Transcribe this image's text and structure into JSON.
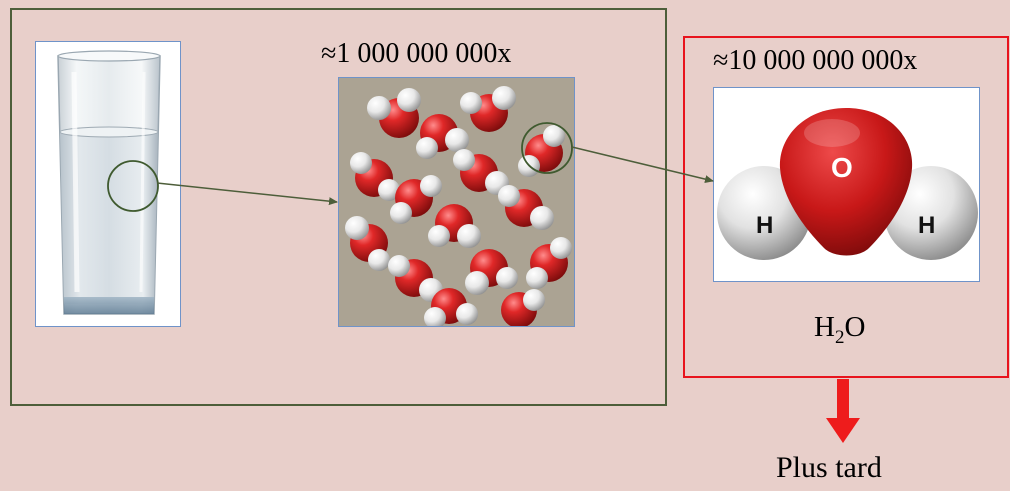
{
  "scale_small": "≈1 000 000 000x",
  "scale_large": "≈10 000 000 000x",
  "molecule_formula": {
    "H": "H",
    "sub": "2",
    "O": "O"
  },
  "atom_labels": {
    "oxygen": "O",
    "hydrogen_left": "H",
    "hydrogen_right": "H"
  },
  "bottom_label": "Plus tard",
  "colors": {
    "background": "#e8cfca",
    "left_frame": "#4d5e3a",
    "right_frame": "#e8141d",
    "arrows": "#4d5e3a",
    "down_arrow": "#ee1c1c",
    "oxygen": "#cc1e1e",
    "hydrogen": "#e6e6e6"
  },
  "icons": [
    "water-glass-image",
    "water-molecules-cluster-image",
    "h2o-molecule-image",
    "zoom-circle-icon",
    "down-arrow-icon"
  ]
}
